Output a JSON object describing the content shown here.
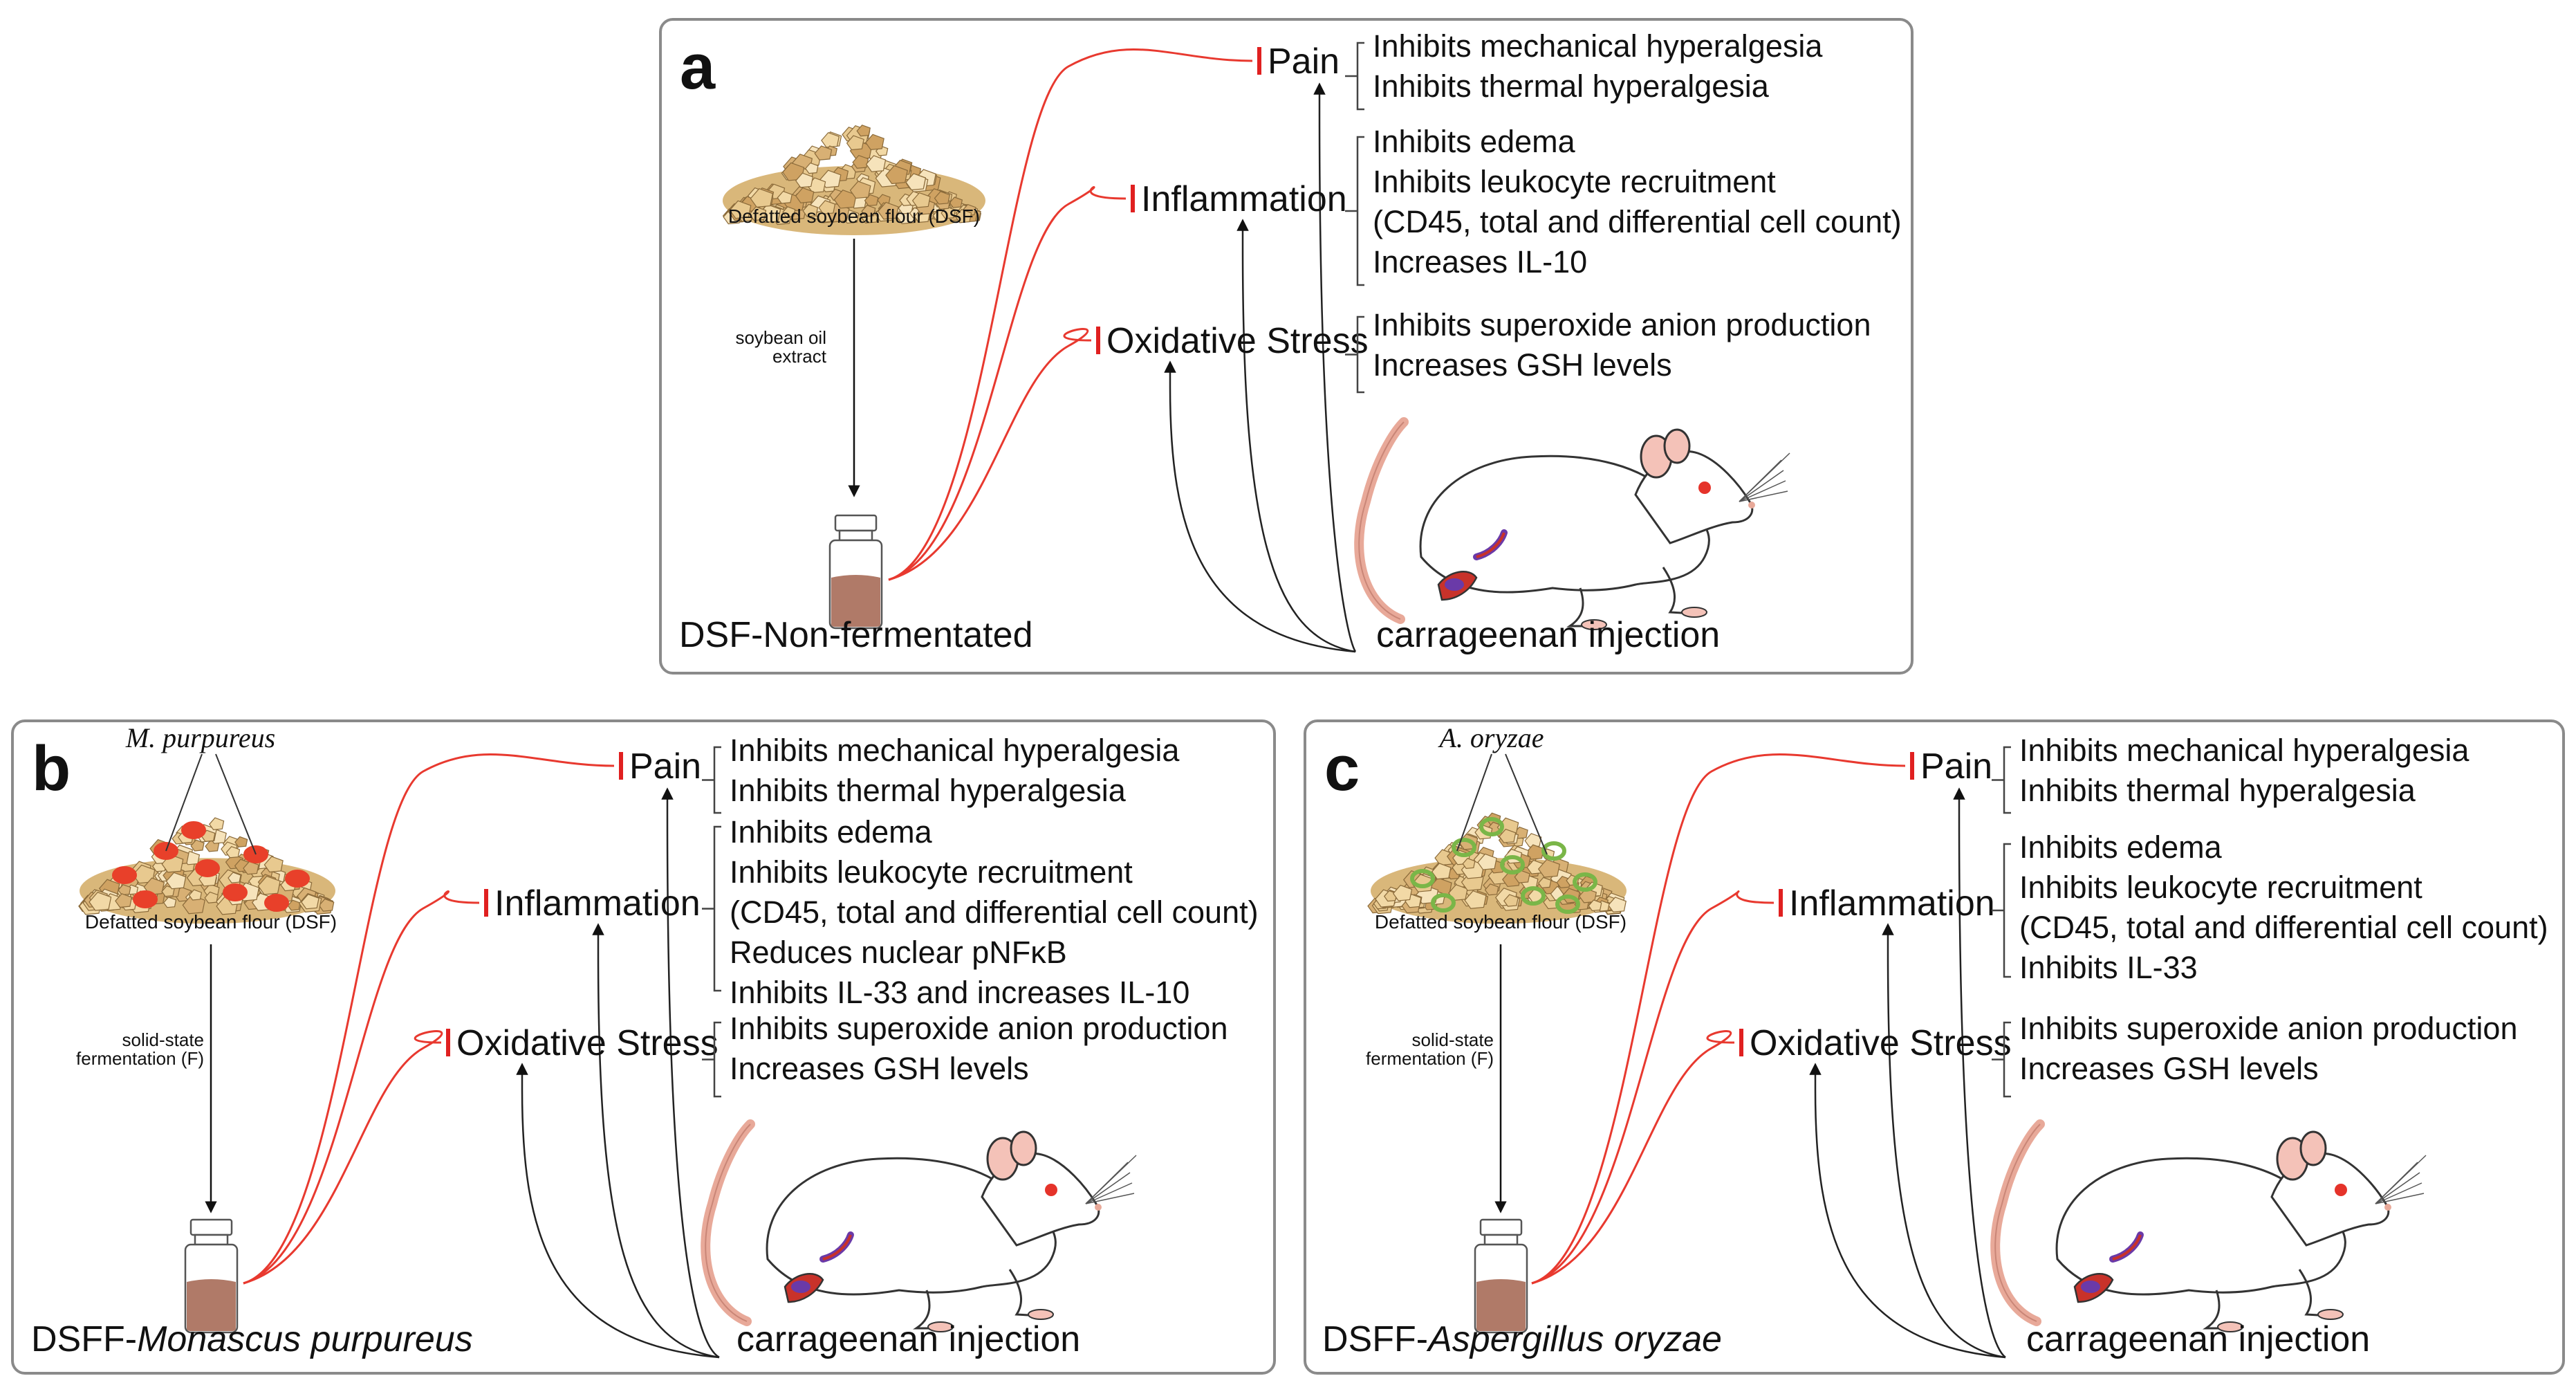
{
  "colors": {
    "inhibition": "#e02020",
    "flour": "#e8c98f",
    "monascus": "#e8402a",
    "aspergillus": "#7ab648",
    "vial_liquid": "#b07a68"
  },
  "panels": [
    {
      "letter": "a",
      "organism": "",
      "flour_label": "Defatted soybean flour (DSF)",
      "process_label": [
        "soybean oil",
        "extract"
      ],
      "product_prefix": "DSF-Non-fermentated",
      "product_italic": "",
      "stimulus": "carrageenan injection",
      "outcomes": [
        {
          "name": "Pain",
          "effects": [
            "Inhibits mechanical hyperalgesia",
            "Inhibits thermal hyperalgesia"
          ]
        },
        {
          "name": "Inflammation",
          "effects": [
            "Inhibits edema",
            "Inhibits leukocyte recruitment",
            "(CD45, total and differential cell count)",
            "Increases IL-10"
          ]
        },
        {
          "name": "Oxidative Stress",
          "effects": [
            "Inhibits superoxide anion production",
            "Increases GSH levels"
          ]
        }
      ]
    },
    {
      "letter": "b",
      "organism": "M. purpureus",
      "flour_label": "Defatted soybean flour (DSF)",
      "process_label": [
        "solid-state",
        "fermentation (F)"
      ],
      "product_prefix": "DSFF-",
      "product_italic": "Monascus purpureus",
      "stimulus": "carrageenan injection",
      "outcomes": [
        {
          "name": "Pain",
          "effects": [
            "Inhibits mechanical hyperalgesia",
            "Inhibits thermal hyperalgesia"
          ]
        },
        {
          "name": "Inflammation",
          "effects": [
            "Inhibits edema",
            "Inhibits leukocyte recruitment",
            "(CD45, total and differential cell count)",
            "Reduces nuclear pNFκB",
            "Inhibits IL-33 and increases IL-10"
          ]
        },
        {
          "name": "Oxidative Stress",
          "effects": [
            "Inhibits superoxide anion production",
            "Increases GSH levels"
          ]
        }
      ]
    },
    {
      "letter": "c",
      "organism": "A. oryzae",
      "flour_label": "Defatted soybean flour (DSF)",
      "process_label": [
        "solid-state",
        "fermentation (F)"
      ],
      "product_prefix": "DSFF-",
      "product_italic": "Aspergillus oryzae",
      "stimulus": "carrageenan injection",
      "outcomes": [
        {
          "name": "Pain",
          "effects": [
            "Inhibits mechanical hyperalgesia",
            "Inhibits thermal hyperalgesia"
          ]
        },
        {
          "name": "Inflammation",
          "effects": [
            "Inhibits edema",
            "Inhibits leukocyte recruitment",
            "(CD45, total and differential cell count)",
            "Inhibits IL-33"
          ]
        },
        {
          "name": "Oxidative Stress",
          "effects": [
            "Inhibits superoxide anion production",
            "Increases GSH levels"
          ]
        }
      ]
    }
  ]
}
